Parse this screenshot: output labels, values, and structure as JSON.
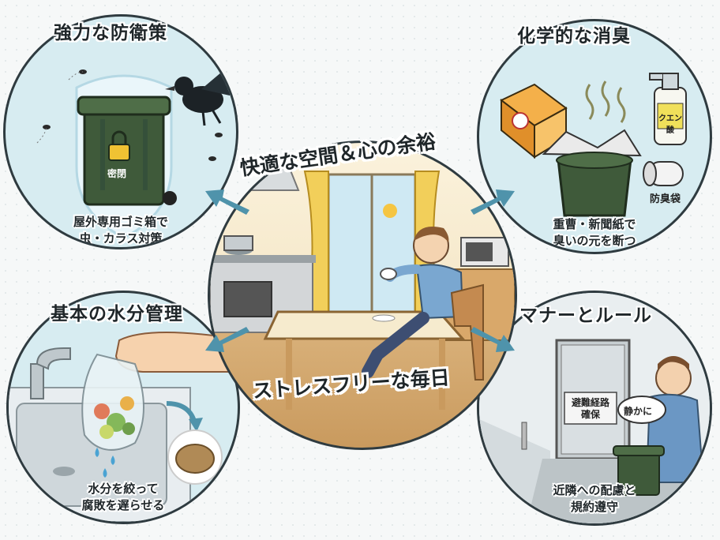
{
  "center": {
    "top_label": "快適な空間＆心の余裕",
    "bottom_label": "ストレスフリーな毎日"
  },
  "panels": {
    "top_left": {
      "title": "強力な防衛策",
      "caption_lines": [
        "屋外専用ゴミ箱で",
        "虫・カラス対策"
      ],
      "bin_label": "密閉"
    },
    "top_right": {
      "title": "化学的な消臭",
      "caption_lines": [
        "重曹・新聞紙で",
        "臭いの元を断つ"
      ],
      "spray_label": "クエン酸",
      "bag_label": "防臭袋"
    },
    "bottom_left": {
      "title": "基本の水分管理",
      "caption_lines": [
        "水分を絞って",
        "腐敗を遅らせる"
      ]
    },
    "bottom_right": {
      "title": "マナーとルール",
      "caption_lines": [
        "近隣への配慮と",
        "規約遵守"
      ],
      "sign_label": "避難経路確保",
      "speech_label": "静かに"
    }
  },
  "colors": {
    "panel_bg": "#d7ecf1",
    "arrow": "#4f93ab",
    "bin_green": "#3f5a3a",
    "outline": "#2f3b40"
  }
}
